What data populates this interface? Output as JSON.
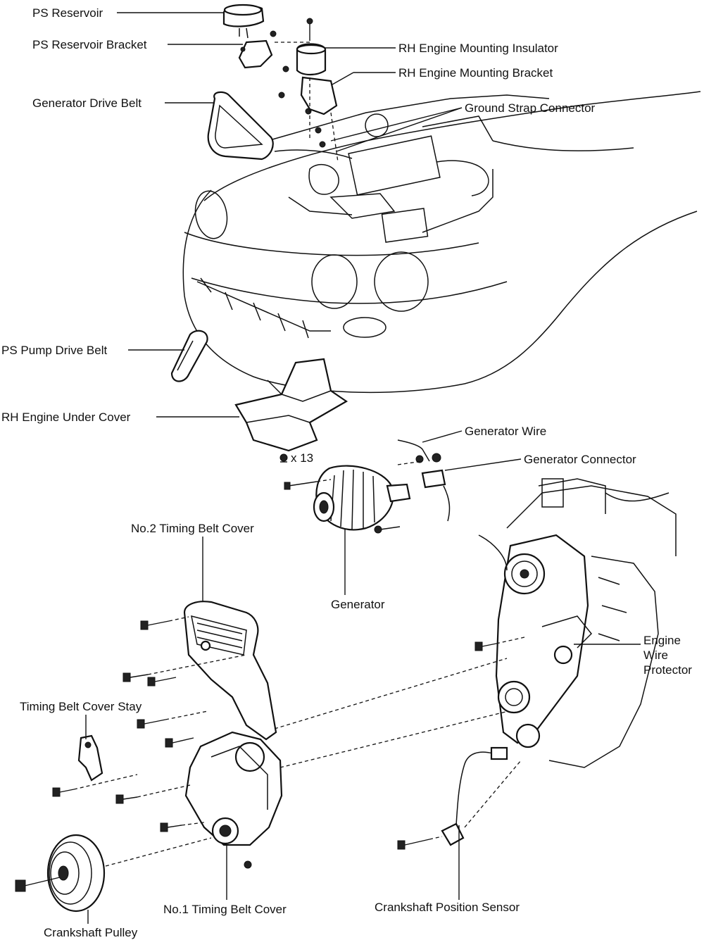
{
  "labels": {
    "ps_reservoir": "PS Reservoir",
    "ps_reservoir_bracket": "PS Reservoir Bracket",
    "generator_drive_belt": "Generator Drive Belt",
    "rh_engine_mounting_insulator": "RH Engine Mounting Insulator",
    "rh_engine_mounting_bracket": "RH Engine Mounting Bracket",
    "ground_strap_connector": "Ground Strap Connector",
    "ps_pump_drive_belt": "PS Pump Drive Belt",
    "rh_engine_under_cover": "RH Engine Under Cover",
    "fastener_count": "x 13",
    "generator_wire": "Generator Wire",
    "generator_connector": "Generator Connector",
    "no2_timing_belt_cover": "No.2 Timing Belt Cover",
    "generator": "Generator",
    "engine_wire_protector_line1": "Engine",
    "engine_wire_protector_line2": "Wire",
    "engine_wire_protector_line3": "Protector",
    "timing_belt_cover_stay": "Timing Belt Cover Stay",
    "no1_timing_belt_cover": "No.1 Timing Belt Cover",
    "crankshaft_position_sensor": "Crankshaft Position Sensor",
    "crankshaft_pulley": "Crankshaft Pulley"
  }
}
